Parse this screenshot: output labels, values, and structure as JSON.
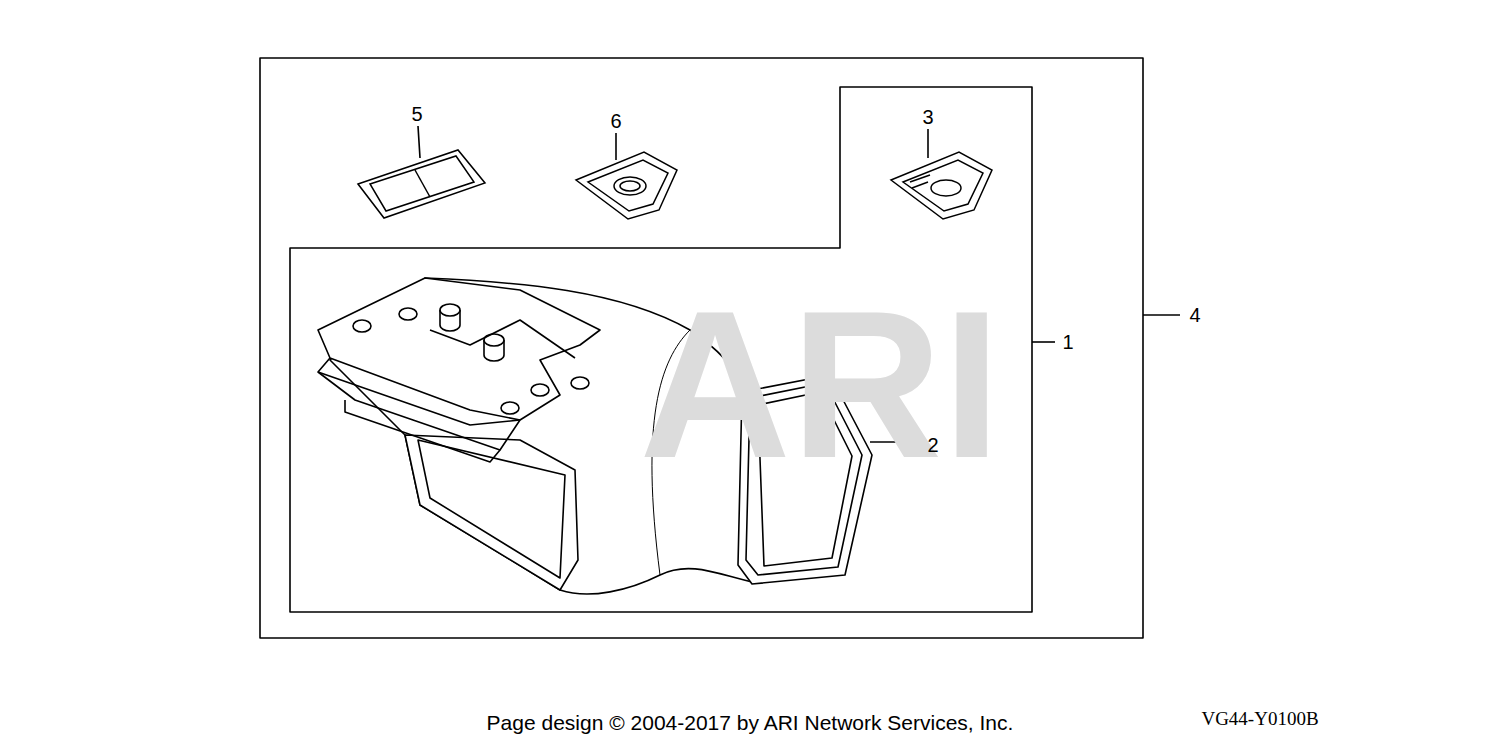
{
  "diagram": {
    "labels": [
      "ARI",
      "5",
      "6",
      "3",
      "4",
      "1",
      "2",
      "Page design © 2004-2017 by ARI Network Services, Inc.",
      "VG44-Y0100B"
    ]
  }
}
